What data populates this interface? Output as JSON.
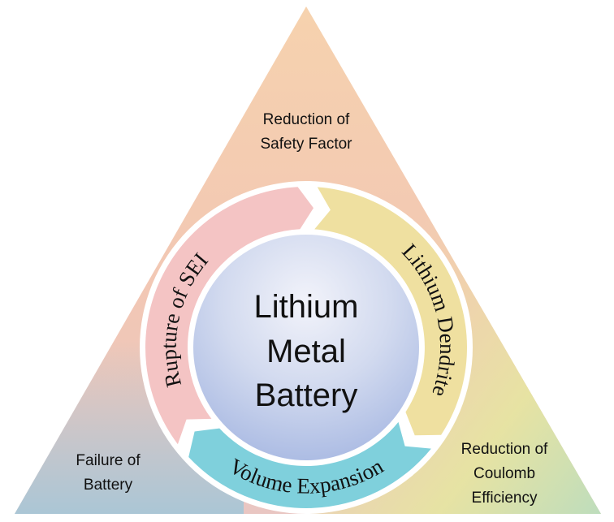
{
  "center": {
    "lines": [
      "Lithium",
      "Metal",
      "Battery"
    ]
  },
  "cycle": [
    {
      "label": "Rupture of SEI",
      "color": "#f4c4c4"
    },
    {
      "label": "Lithium Dendrite",
      "color": "#efe0a0"
    },
    {
      "label": "Volume Expansion",
      "color": "#7fd0dc"
    }
  ],
  "corners": {
    "top": [
      "Reduction of",
      "Safety Factor"
    ],
    "bottom_left": [
      "Failure of",
      "Battery"
    ],
    "bottom_right": [
      "Reduction of",
      "Coulomb",
      "Efficiency"
    ]
  },
  "colors": {
    "triangle_top": "#f5cda8",
    "triangle_left": "#a8c6d6",
    "triangle_right": "#d9e8a2"
  }
}
